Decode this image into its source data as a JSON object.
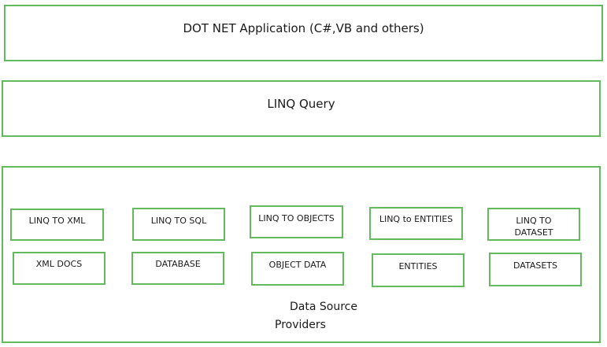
{
  "layers": {
    "app": "DOT NET Application (C#,VB and others)",
    "query": "LINQ Query"
  },
  "providers": [
    {
      "label": "LINQ TO XML",
      "source": "XML DOCS"
    },
    {
      "label": "LINQ TO SQL",
      "source": "DATABASE"
    },
    {
      "label": "LINQ TO OBJECTS",
      "source": "OBJECT DATA"
    },
    {
      "label": "LINQ to ENTITIES",
      "source": "ENTITIES"
    },
    {
      "label_line1": "LINQ TO",
      "label_line2": "DATASET",
      "source": "DATASETS"
    }
  ],
  "caption": {
    "line1": "Data Source",
    "line2": "Providers"
  },
  "colors": {
    "border": "#62ba5c",
    "background": "#ffffff",
    "text": "#1a1a1a"
  }
}
